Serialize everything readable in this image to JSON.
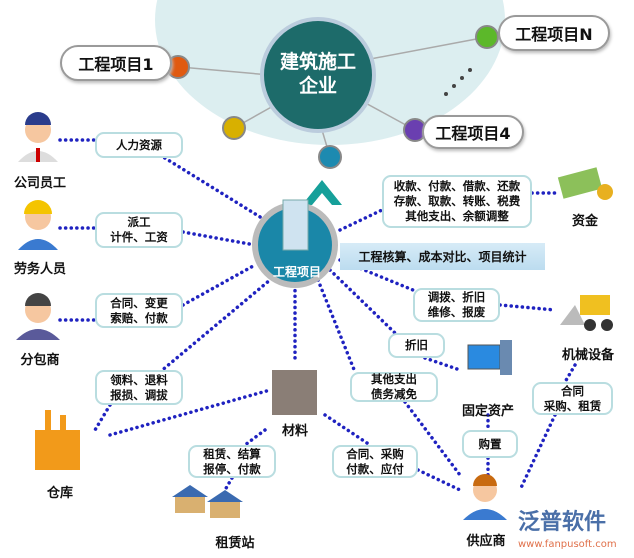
{
  "enterprise": {
    "line1": "建筑施工",
    "line2": "企业"
  },
  "projects": {
    "p1": "工程项目1",
    "pn": "工程项目N",
    "p4": "工程项目4"
  },
  "center": "工程项目",
  "banner": "工程核算、成本对比、项目统计",
  "nodes": {
    "staff": "公司员工",
    "labor": "劳务人员",
    "sub": "分包商",
    "warehouse": "仓库",
    "rental": "租赁站",
    "material": "材料",
    "supplier": "供应商",
    "asset": "固定资产",
    "machine": "机械设备",
    "fund": "资金"
  },
  "boxes": {
    "hr": [
      "人力资源"
    ],
    "labor": [
      "派工",
      "计件、工资"
    ],
    "sub": [
      "合同、变更",
      "索赔、付款"
    ],
    "wh": [
      "领料、退料",
      "报损、调拔"
    ],
    "fund": [
      "收款、付款、借款、还款",
      "存款、取款、转账、税费",
      "其他支出、余额调整"
    ],
    "mach": [
      "调拨、折旧",
      "维修、报废"
    ],
    "dep": [
      "折旧"
    ],
    "other": [
      "其他支出",
      "债务减免"
    ],
    "supmach": [
      "合同",
      "采购、租赁"
    ],
    "buy": [
      "购置"
    ],
    "rent": [
      "租赁、结算",
      "报停、付款"
    ],
    "mat": [
      "合同、采购",
      "付款、应付"
    ]
  },
  "logo": {
    "name": "泛普软件",
    "url": "www.fanpusoft.com"
  },
  "colors": {
    "line": "#1f22c0",
    "teal": "#1d6b6a",
    "box_border": "#b9dde0"
  }
}
